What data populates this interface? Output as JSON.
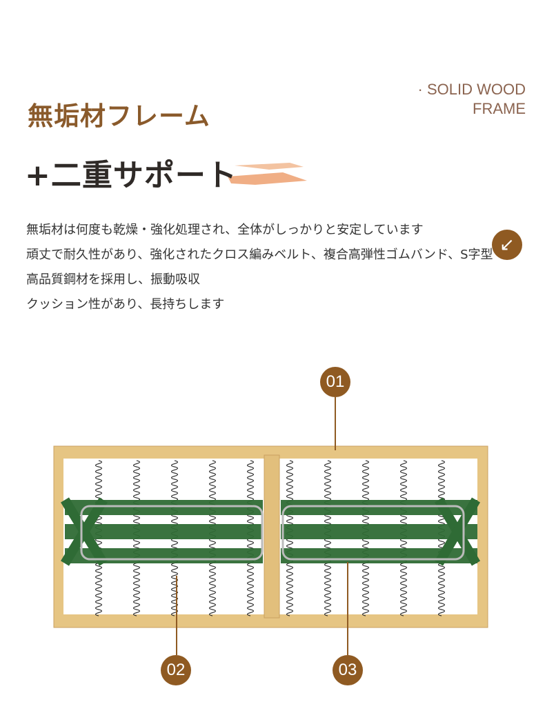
{
  "heading": {
    "title": "無垢材フレーム",
    "subtitle": "+二重サポート",
    "english_line1": "· SOLID WOOD",
    "english_line2": "FRAME"
  },
  "description": [
    "無垢材は何度も乾燥・強化処理され、全体がしっかりと安定しています",
    "頑丈で耐久性があり、強化されたクロス編みベルト、複合高弾性ゴムバンド、S字型",
    "高品質鋼材を採用し、振動吸収",
    "クッション性があり、長持ちします"
  ],
  "icons": {
    "arrow": "arrow-down-left-icon"
  },
  "callouts": {
    "c1": "01",
    "c2": "02",
    "c3": "03"
  },
  "colors": {
    "accent": "#8f5a22",
    "wood": "#e3c27f",
    "belt": "#2f6b35"
  }
}
